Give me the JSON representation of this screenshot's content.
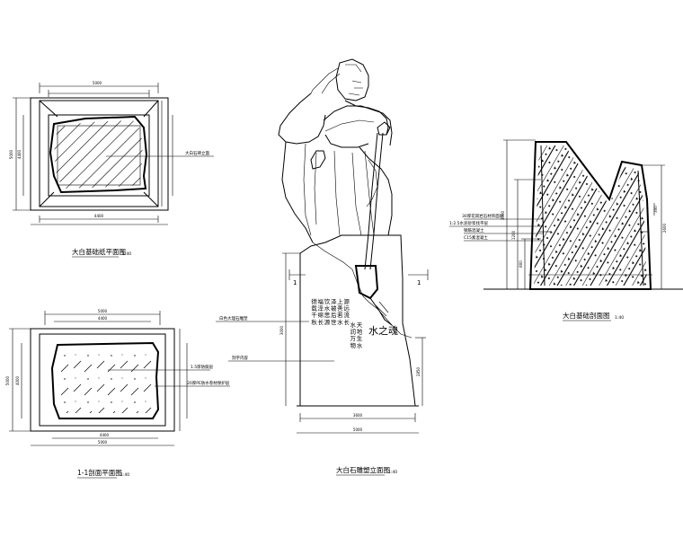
{
  "title": "",
  "views": {
    "plan_top": {
      "caption": "大白基础纸平面图",
      "scale": "1:40",
      "dim_top": "5000",
      "dim_bottom": "4400",
      "dim_left_outer": "5000",
      "dim_left_inner": "4400",
      "annotation": "大白石碑立面",
      "rock_fill_color": "#000000"
    },
    "plan_bottom": {
      "caption": "1-1剖面平面图",
      "scale": "1:40",
      "dim_top": "5000",
      "dim_top_inner": "4400",
      "dim_bottom": "4400",
      "dim_bottom_outer": "5000",
      "dim_left_outer": "5000",
      "dim_left_inner": "4000",
      "annotations": [
        "1.5厚防腐层",
        "20厚PE防水卷材保护层"
      ]
    },
    "elevation": {
      "caption": "大白石雕塑立面图",
      "scale": "1:40",
      "section_marks": [
        "1",
        "1"
      ],
      "dim_bottom_inner": "3600",
      "dim_bottom_outer": "5000",
      "dim_height": "3000",
      "dim_right": "2850",
      "annotations": [
        "白色大理石雕塑",
        "刻字内容"
      ],
      "stone_title": "水之魂",
      "poem_columns": [
        "天地生水",
        "水润万物",
        "源远流长",
        "上善若水",
        "泽被后世",
        "饮水思源",
        "福泽绵长",
        "德载千秋"
      ]
    },
    "section": {
      "caption": "大白基础剖面图",
      "scale": "1:40",
      "annotations": [
        "30厚花岗岩石材饰面层",
        "1:2.5水泥砂浆找平层",
        "钢筋混凝土",
        "C15素混凝土"
      ],
      "dims_left": [
        "3000",
        "1200",
        "800"
      ],
      "dims_right": [
        "2600",
        "300"
      ]
    }
  }
}
